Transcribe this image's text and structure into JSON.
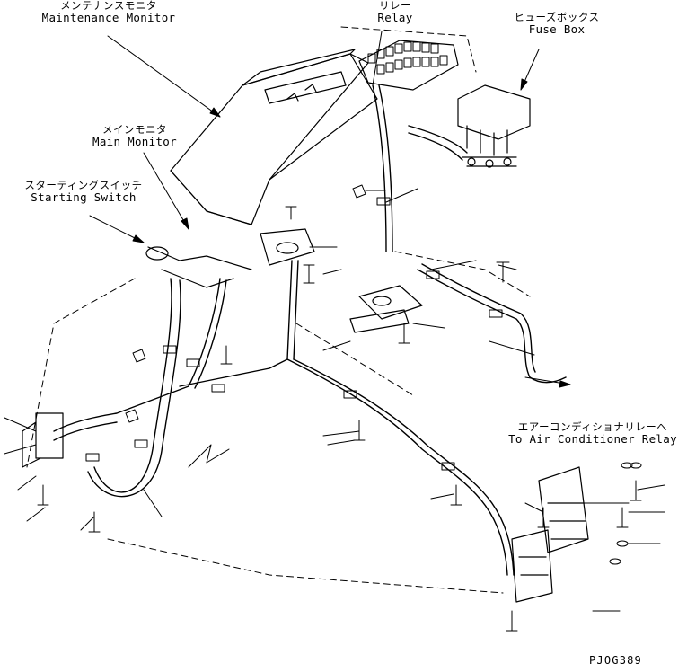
{
  "labels": {
    "maintenance_monitor": {
      "jp": "メンテナンスモニタ",
      "en": "Maintenance Monitor"
    },
    "relay": {
      "jp": "リレー",
      "en": "Relay"
    },
    "fuse_box": {
      "jp": "ヒューズボックス",
      "en": "Fuse Box"
    },
    "main_monitor": {
      "jp": "メインモニタ",
      "en": "Main Monitor"
    },
    "starting_switch": {
      "jp": "スターティングスイッチ",
      "en": "Starting Switch"
    },
    "air_conditioner_relay": {
      "jp": "エアーコンディショナリレーへ",
      "en": "To Air Conditioner Relay"
    }
  },
  "drawing_code": "PJOG389"
}
